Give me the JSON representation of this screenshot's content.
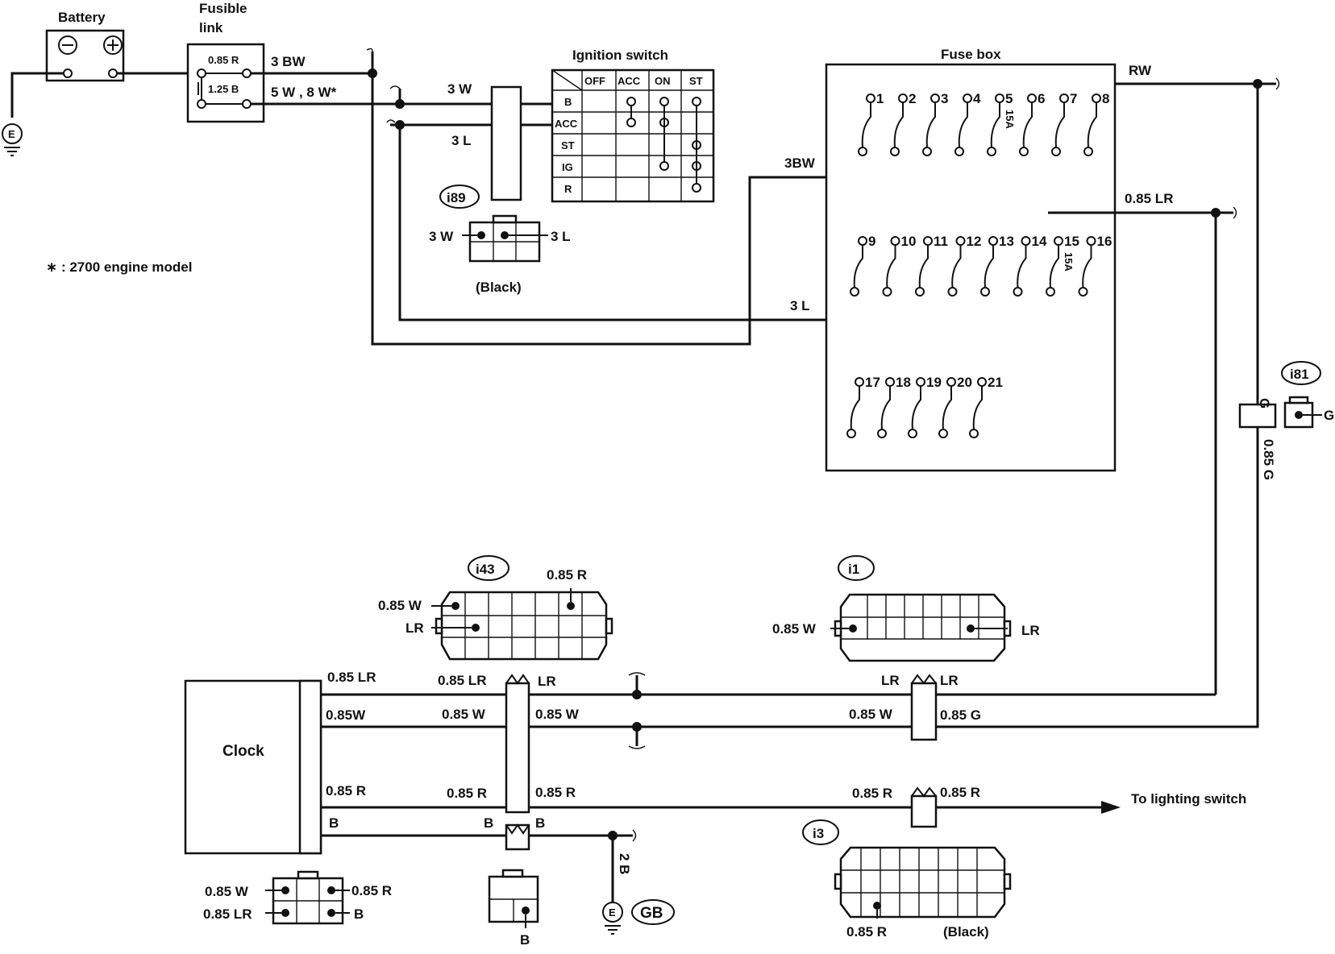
{
  "components": {
    "battery": "Battery",
    "fusible_link": [
      "Fusible",
      "link"
    ],
    "ignition_switch": "Ignition switch",
    "fuse_box": "Fuse box",
    "clock": "Clock",
    "to_lighting_switch": "To lighting switch",
    "footnote": "∗ :  2700 engine model"
  },
  "fusible_link_labels": {
    "top": "0.85 R",
    "bottom": "1.25 B"
  },
  "ignition_table": {
    "columns": [
      "OFF",
      "ACC",
      "ON",
      "ST"
    ],
    "rows": [
      "B",
      "ACC",
      "ST",
      "IG",
      "R"
    ]
  },
  "fuse_numbers": {
    "row1": [
      "1",
      "2",
      "3",
      "4",
      "5",
      "6",
      "7",
      "8"
    ],
    "row2": [
      "9",
      "10",
      "11",
      "12",
      "13",
      "14",
      "15",
      "16"
    ],
    "row3": [
      "17",
      "18",
      "19",
      "20",
      "21"
    ],
    "rating": "15A"
  },
  "connectors": {
    "i89": "i89",
    "i81": "i81",
    "i43": "i43",
    "i1": "i1",
    "i3": "i3",
    "gb": "GB",
    "ground": "E",
    "black": "(Black)",
    "black_i3": "(Black)"
  },
  "wire_labels": {
    "bw3": "3 BW",
    "w5w8": "5 W , 8 W*",
    "w3": "3 W",
    "l3": "3 L",
    "bw3_mid": "3BW",
    "l3_mid": "3 L",
    "rw": "RW",
    "lr085": "0.85 LR",
    "g085": "0.85 G",
    "b2": "2 B",
    "i89_left": "3 W",
    "i89_right": "3 L",
    "i81_g": "G",
    "i81_side": "G",
    "clock_lr": "0.85 LR",
    "clock_w": "0.85W",
    "clock_r": "0.85 R",
    "clock_b": "B",
    "i43_lr_l": "0.85 LR",
    "i43_lr_r": "LR",
    "i43_w_l": "0.85 W",
    "i43_w_r": "0.85 W",
    "i43_r_l": "0.85 R",
    "i43_r_r": "0.85 R",
    "gnd_b_l": "B",
    "gnd_b_r": "B",
    "gnd_conn_b": "B",
    "i1_lr_l": "LR",
    "i1_lr_r": "LR",
    "i1_w_l": "0.85 W",
    "i1_g_r": "0.85 G",
    "i3_r_l": "0.85 R",
    "i3_r_r": "0.85 R",
    "i43_top_r": "0.85 R",
    "i43_side_w": "0.85 W",
    "i43_side_lr": "LR",
    "i1_side_w": "0.85 W",
    "i1_side_lr": "LR",
    "cc_w": "0.85 W",
    "cc_lr": "0.85 LR",
    "cc_r": "0.85 R",
    "cc_b": "B",
    "i3_pin": "0.85 R"
  }
}
